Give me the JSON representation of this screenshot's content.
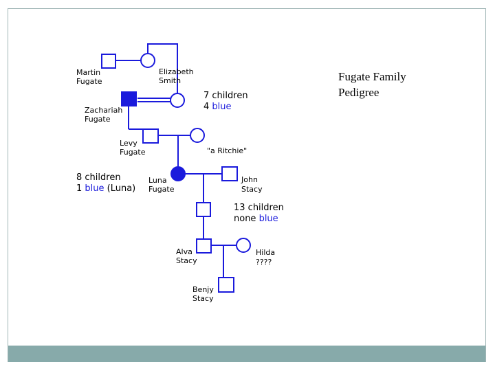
{
  "title": {
    "line1": "Fugate Family",
    "line2": "Pedigree"
  },
  "colors": {
    "line": "#1a1adc",
    "affected_fill": "#1a1adc",
    "highlight": "#1a1adc",
    "footer": "#87aaaa",
    "border": "#9fb5b5"
  },
  "people": {
    "martin": {
      "first": "Martin",
      "last": "Fugate",
      "sex": "male",
      "affected": false
    },
    "elizabeth": {
      "first": "Elizabeth",
      "last": "Smith",
      "sex": "female",
      "affected": false
    },
    "zachariah": {
      "first": "Zachariah",
      "last": "Fugate",
      "sex": "male",
      "affected": true
    },
    "levy": {
      "first": "Levy",
      "last": "Fugate",
      "sex": "male",
      "affected": false
    },
    "ritchie": {
      "label": "\"a Ritchie\"",
      "sex": "female",
      "affected": false
    },
    "luna": {
      "first": "Luna",
      "last": "Fugate",
      "sex": "female",
      "affected": true
    },
    "john": {
      "first": "John",
      "last": "Stacy",
      "sex": "male",
      "affected": false
    },
    "alva": {
      "first": "Alva",
      "last": "Stacy",
      "sex": "male",
      "affected": false
    },
    "hilda": {
      "first": "Hilda",
      "last": "????",
      "sex": "female",
      "affected": false
    },
    "benjy": {
      "first": "Benjy",
      "last": "Stacy",
      "sex": "male",
      "affected": false
    }
  },
  "notes": {
    "gen1": {
      "line1": "7 children",
      "line2_pre": "4 ",
      "line2_hl": "blue"
    },
    "gen2": {
      "line1": "8 children",
      "line2_pre": "1 ",
      "line2_hl": "blue",
      "line2_post": " (Luna)"
    },
    "gen3": {
      "line1": "13 children",
      "line2_pre": "none ",
      "line2_hl": "blue"
    }
  }
}
